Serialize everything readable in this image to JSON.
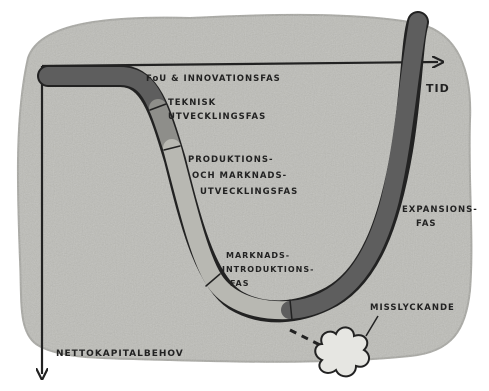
{
  "diagram": {
    "colors": {
      "background_blob": "#bdbdb8",
      "blob_shadow": "#9e9e99",
      "curve_dark": "#5e5e5e",
      "curve_light": "#b8b8b2",
      "curve_mid": "#8e8e8a",
      "ink": "#222222",
      "page": "#ffffff"
    },
    "axis": {
      "x_label": "TID",
      "y_label": "NETTOKAPITALBEHOV"
    },
    "phases": [
      {
        "id": "fou",
        "label_lines": [
          "FoU & INNOVATIONSFAS"
        ]
      },
      {
        "id": "teknisk",
        "label_lines": [
          "TEKNISK",
          "UTVECKLINGSFAS"
        ]
      },
      {
        "id": "produkt",
        "label_lines": [
          "PRODUKTIONS-",
          "OCH MARKNADS-",
          "UTVECKLINGSFAS"
        ]
      },
      {
        "id": "introduktion",
        "label_lines": [
          "MARKNADS-",
          "INTRODUKTIONS-",
          "FAS"
        ]
      },
      {
        "id": "expansion",
        "label_lines": [
          "EXPANSIONS-",
          "FAS"
        ]
      }
    ],
    "failure": {
      "label": "MISSLYCKANDE",
      "icon": "explosion-icon"
    }
  }
}
